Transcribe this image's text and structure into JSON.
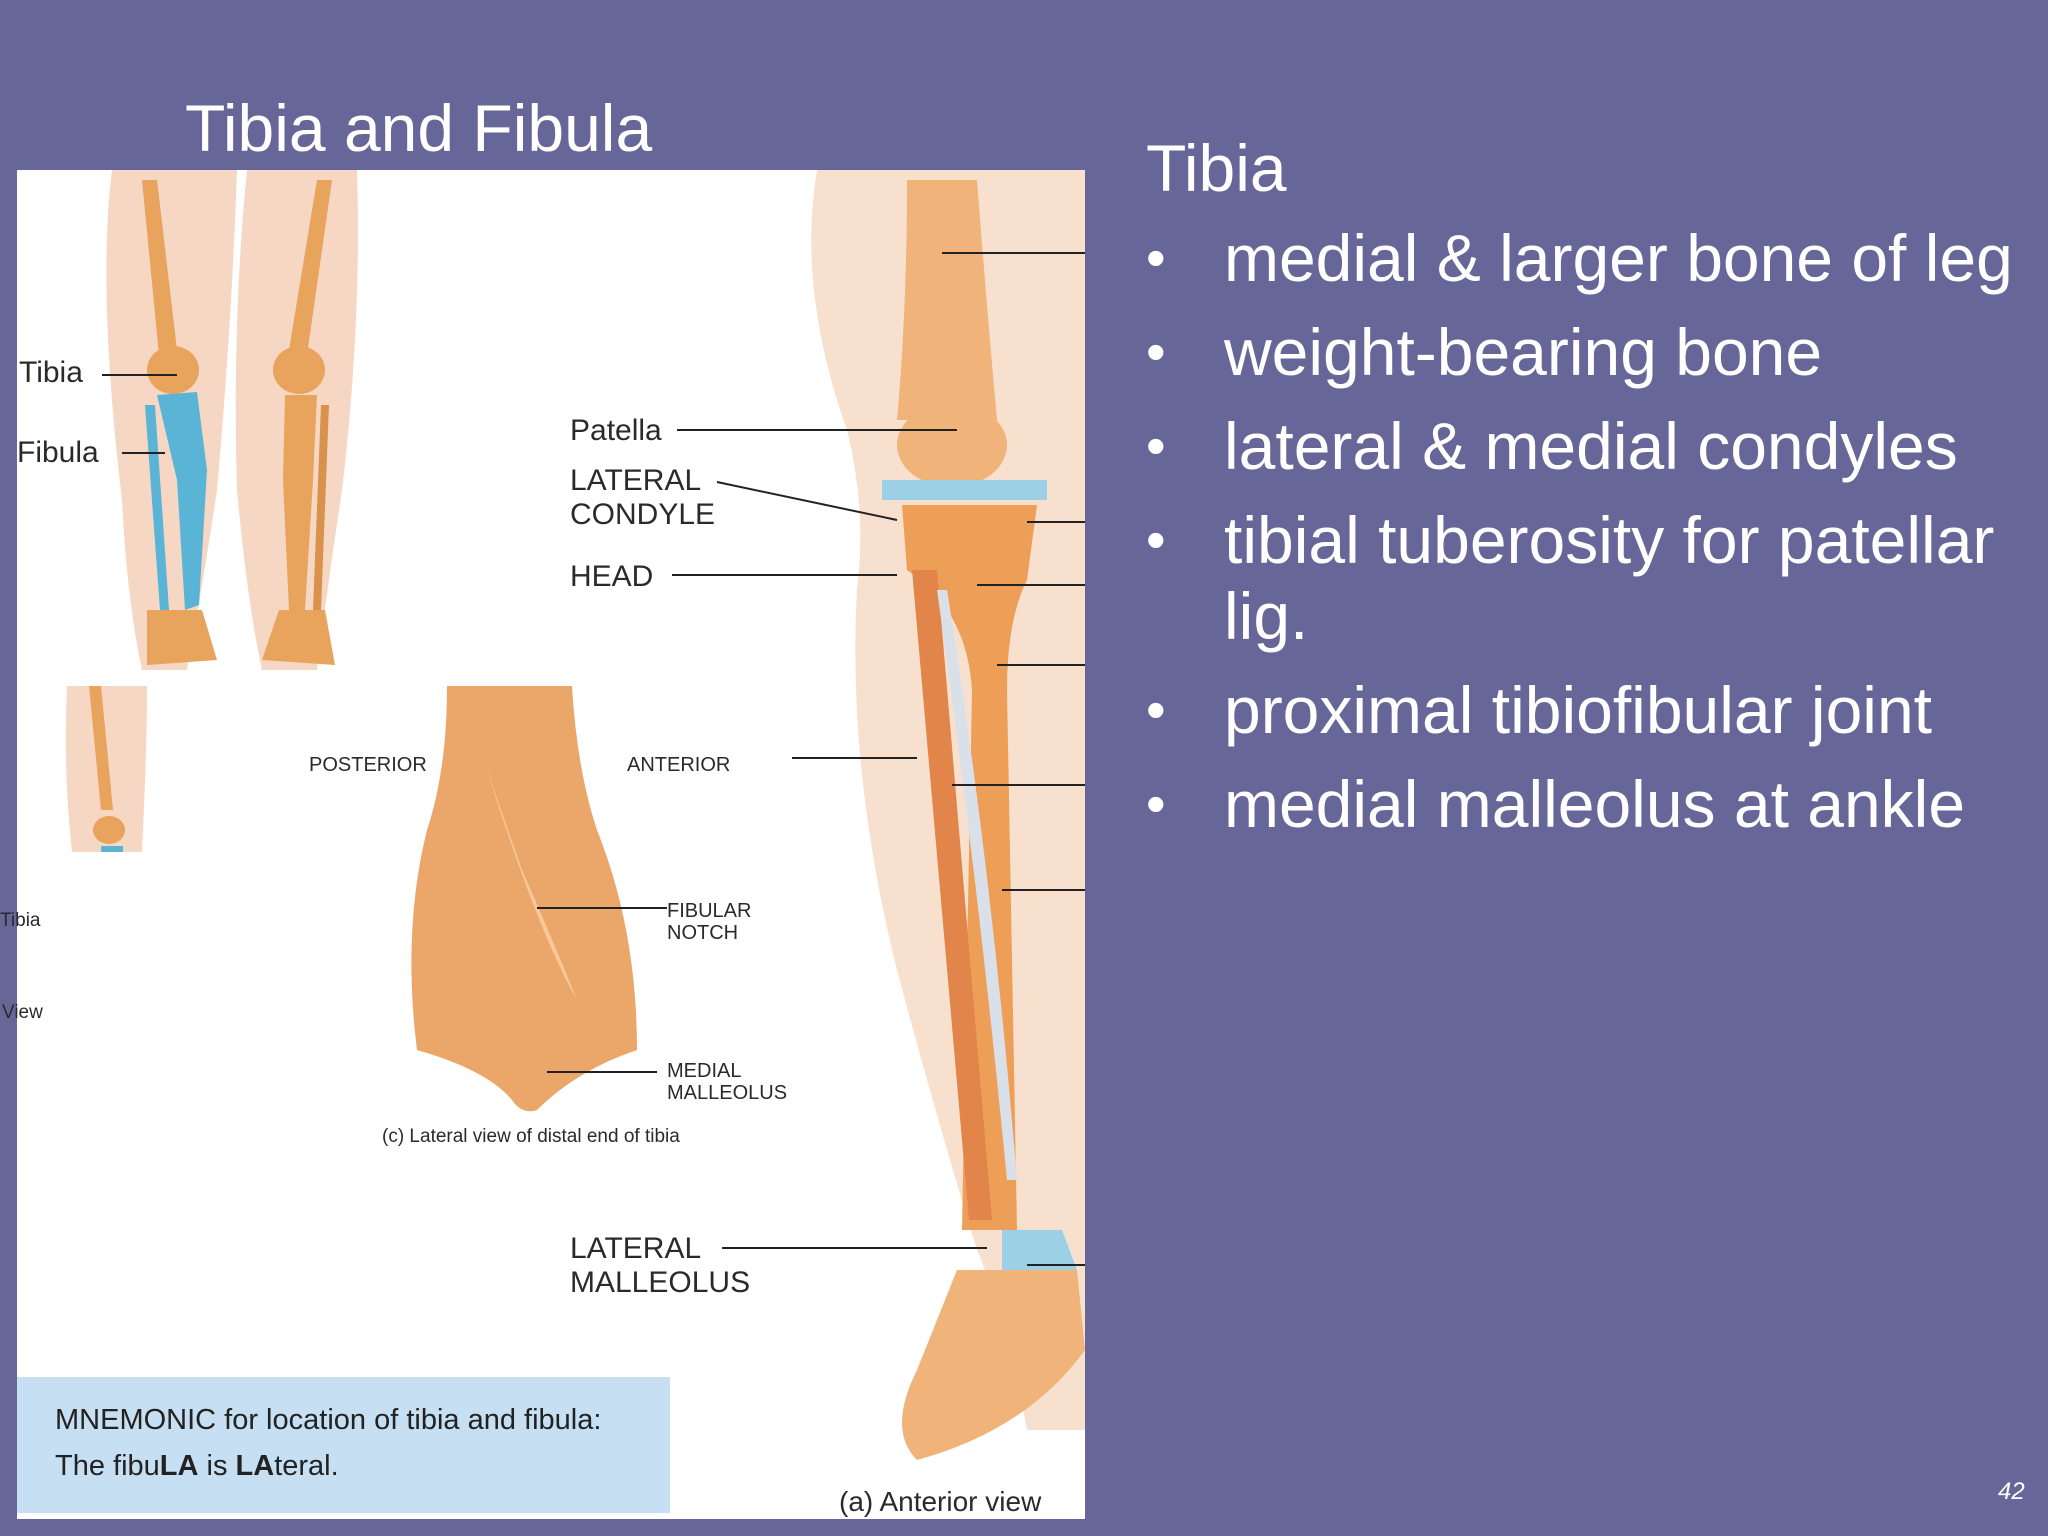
{
  "slide": {
    "title": "Tibia and Fibula",
    "page_number": "42"
  },
  "figure": {
    "labels": {
      "tibia": "Tibia",
      "fibula": "Fibula",
      "patella": "Patella",
      "lateral_condyle_1": "LATERAL",
      "lateral_condyle_2": "CONDYLE",
      "head": "HEAD",
      "posterior": "POSTERIOR",
      "anterior": "ANTERIOR",
      "fibular_notch_1": "FIBULAR",
      "fibular_notch_2": "NOTCH",
      "medial_malleolus_1": "MEDIAL",
      "medial_malleolus_2": "MALLEOLUS",
      "lateral_malleolus_1": "LATERAL",
      "lateral_malleolus_2": "MALLEOLUS",
      "inset_tibia": "Tibia",
      "inset_view": "View"
    },
    "captions": {
      "lateral_view": "(c) Lateral view of distal end of tibia",
      "anterior_view": "(a) Anterior view"
    },
    "mnemonic": {
      "line1": "MNEMONIC for location of tibia and fibula:",
      "line2_prefix": "The fibu",
      "line2_bold1": "LA",
      "line2_mid": " is ",
      "line2_bold2": "LA",
      "line2_suffix": "teral."
    }
  },
  "content": {
    "heading": "Tibia",
    "bullets": [
      "medial & larger bone of leg",
      "weight-bearing bone",
      "lateral & medial condyles",
      "tibial tuberosity for patellar lig.",
      "proximal tibiofibular joint",
      "medial malleolus at ankle"
    ]
  },
  "colors": {
    "background": "#676699",
    "highlight_bone": "#5ab4d6",
    "bone": "#e8a35c",
    "mnemonic_box": "#c6dff3"
  }
}
